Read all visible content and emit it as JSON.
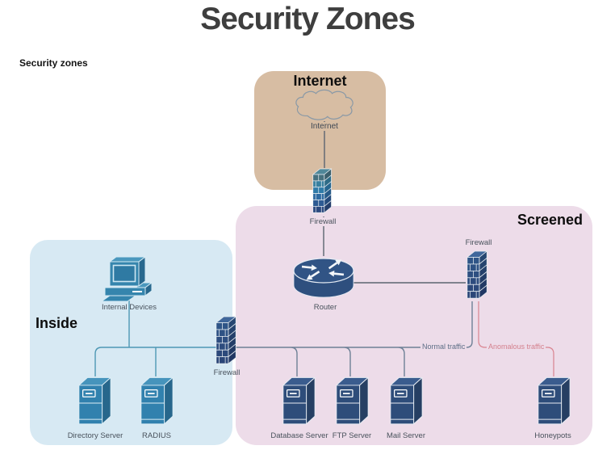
{
  "page": {
    "title": "Security Zones",
    "caption": "Security zones"
  },
  "zones": {
    "internet": {
      "label": "Internet",
      "bg": "#d7bda3"
    },
    "inside": {
      "label": "Inside",
      "bg": "#d7e9f3"
    },
    "screened": {
      "label": "Screened",
      "bg": "#eddce9"
    }
  },
  "nodes": {
    "internet_cloud": {
      "label": "Internet",
      "icon": "cloud-icon"
    },
    "firewall_internet": {
      "label": "Firewall",
      "icon": "firewall-icon"
    },
    "router": {
      "label": "Router",
      "icon": "router-icon"
    },
    "firewall_screened": {
      "label": "Firewall",
      "icon": "firewall-icon"
    },
    "firewall_inside": {
      "label": "Firewall",
      "icon": "firewall-icon"
    },
    "internal_devices": {
      "label": "Internal Devices",
      "icon": "computer-icon"
    },
    "directory_server": {
      "label": "Directory Server",
      "icon": "server-icon"
    },
    "radius": {
      "label": "RADIUS",
      "icon": "server-icon"
    },
    "database_server": {
      "label": "Database Server",
      "icon": "server-icon"
    },
    "ftp_server": {
      "label": "FTP Server",
      "icon": "server-icon"
    },
    "mail_server": {
      "label": "Mail Server",
      "icon": "server-icon"
    },
    "honeypots": {
      "label": "Honeypots",
      "icon": "server-icon"
    }
  },
  "edges": {
    "normal": {
      "label": "Normal traffic",
      "color": "#5d6e86"
    },
    "anomalous": {
      "label": "Anomalous traffic",
      "color": "#d4808d"
    }
  },
  "colors": {
    "title": "#3e3e3e",
    "zone_internet_bg": "#d7bda3",
    "zone_inside_bg": "#d7e9f3",
    "zone_screened_bg": "#eddce9",
    "device_teal": "#3585ad",
    "device_navy": "#2e4f7e",
    "connector_gray": "#5b6470",
    "connector_teal": "#4e98b4",
    "connector_slate": "#6e8096",
    "connector_red": "#d9838f"
  }
}
